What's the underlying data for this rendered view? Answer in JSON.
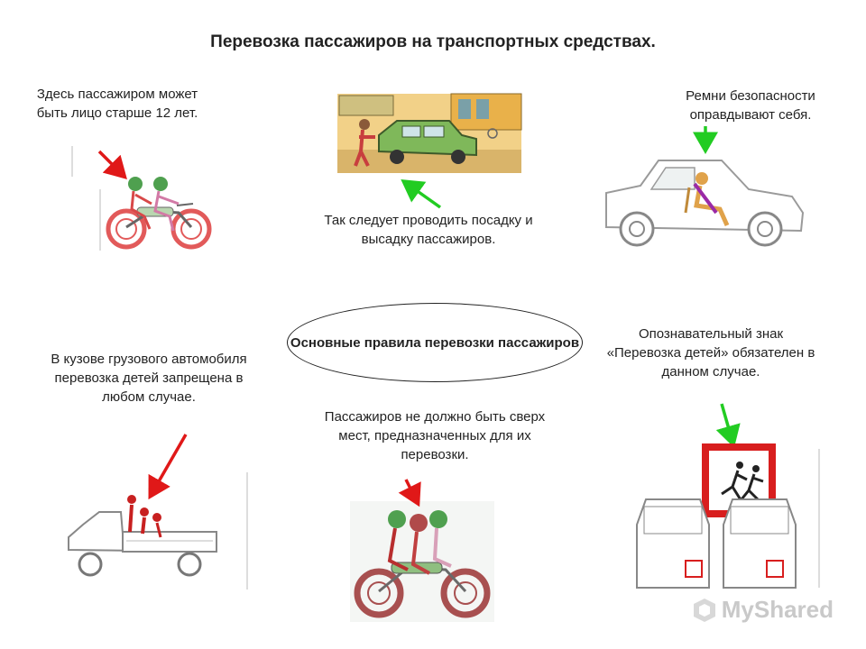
{
  "title": "Перевозка пассажиров на транспортных средствах.",
  "center_label": "Основные правила перевозки пассажиров",
  "captions": {
    "passenger_age": "Здесь пассажиром может быть лицо старше 12 лет.",
    "boarding": "Так следует проводить посадку и высадку пассажиров.",
    "seatbelts": "Ремни безопасности оправдывают себя.",
    "truck": "В кузове грузового автомобиля перевозка детей запрещена в любом случае.",
    "seats_limit": "Пассажиров не должно быть сверх мест, предназначенных для их перевозки.",
    "children_sign": "Опознавательный знак «Перевозка детей» обязателен в данном случае."
  },
  "watermark": "MyShared",
  "colors": {
    "prohibited_arrow": "#e01818",
    "approved_arrow": "#22cc22",
    "sign_border": "#d81e1e"
  },
  "icons": [
    "motorcycle-two-riders",
    "car-boarding",
    "car-seatbelt",
    "truck-with-children",
    "motorcycle-overloaded",
    "children-transport-sign",
    "buses"
  ]
}
